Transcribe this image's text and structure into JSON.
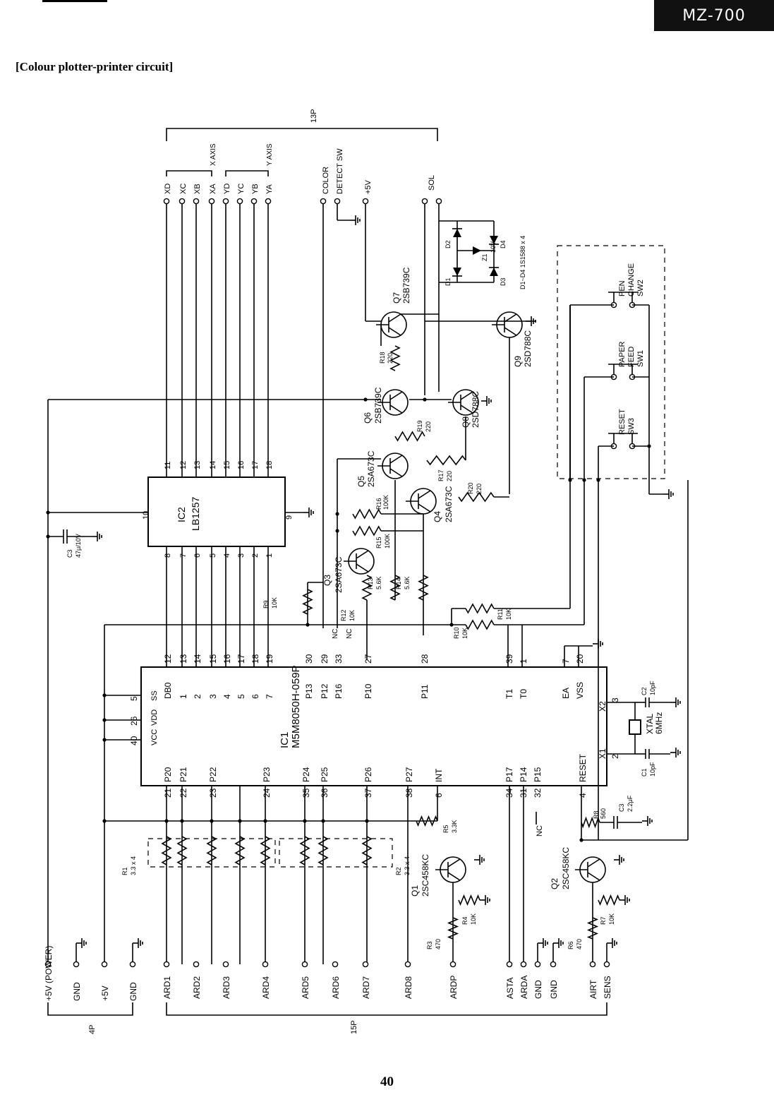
{
  "header": {
    "model": "MZ-700"
  },
  "title": "[Colour plotter-printer circuit]",
  "page_number": "40",
  "connector_13p": {
    "label": "13P",
    "pins": [
      "XD",
      "XC",
      "XB",
      "XA",
      "YD",
      "YC",
      "YB",
      "YA",
      "COLOR",
      "DETECT SW",
      "+5V",
      "SOL"
    ],
    "x_axis": "X AXIS",
    "y_axis": "Y AXIS"
  },
  "ic2": {
    "ref": "IC2",
    "part": "LB1257",
    "top_pins": [
      "11",
      "12",
      "13",
      "14",
      "15",
      "16",
      "17",
      "18"
    ],
    "bottom_pins": [
      "8",
      "7",
      "6",
      "5",
      "4",
      "3",
      "2",
      "1"
    ],
    "left_pin": "10",
    "right_pin": "9"
  },
  "ic1": {
    "ref": "IC1",
    "part": "M5M8050H-059P",
    "top_pins": [
      "12",
      "13",
      "14",
      "15",
      "16",
      "17",
      "18",
      "19",
      "30",
      "29",
      "33",
      "27",
      "28",
      "39",
      "1",
      "7",
      "20"
    ],
    "top_labels": [
      "DB0",
      "1",
      "2",
      "3",
      "4",
      "5",
      "6",
      "7",
      "P13",
      "P12",
      "P16",
      "P10",
      "P11",
      "T1",
      "T0",
      "EA",
      "VSS"
    ],
    "left_pins": [
      "5",
      "26",
      "40"
    ],
    "left_labels": [
      "SS",
      "VDD",
      "VCC"
    ],
    "bottom_pins": [
      "21",
      "22",
      "23",
      "24",
      "35",
      "36",
      "37",
      "38",
      "6",
      "34",
      "31",
      "32",
      "4"
    ],
    "bottom_labels": [
      "P20",
      "P21",
      "P22",
      "P23",
      "P24",
      "P25",
      "P26",
      "P27",
      "INT",
      "P17",
      "P14",
      "P15",
      "RESET"
    ],
    "right_pins": [
      "3",
      "2"
    ],
    "right_labels": [
      "X2",
      "X1"
    ],
    "nc": [
      "NC",
      "NC"
    ]
  },
  "transistors": [
    {
      "ref": "Q1",
      "part": "2SC458KC"
    },
    {
      "ref": "Q2",
      "part": "2SC458KC"
    },
    {
      "ref": "Q3",
      "part": "2SA673C"
    },
    {
      "ref": "Q4",
      "part": "2SA673C"
    },
    {
      "ref": "Q5",
      "part": "2SA673C"
    },
    {
      "ref": "Q6",
      "part": "2SB739C"
    },
    {
      "ref": "Q7",
      "part": "2SB739C"
    },
    {
      "ref": "Q8",
      "part": "2SD788C"
    },
    {
      "ref": "Q9",
      "part": "2SD788C"
    }
  ],
  "resistors": [
    {
      "ref": "R1",
      "value": "3.3 x 4"
    },
    {
      "ref": "R2",
      "value": "3.3 x 4"
    },
    {
      "ref": "R3",
      "value": "470"
    },
    {
      "ref": "R4",
      "value": "10K"
    },
    {
      "ref": "R5",
      "value": "3.3K"
    },
    {
      "ref": "R6",
      "value": "470"
    },
    {
      "ref": "R7",
      "value": "10K"
    },
    {
      "ref": "R8",
      "value": "560"
    },
    {
      "ref": "R9",
      "value": "10K"
    },
    {
      "ref": "R10",
      "value": "10K"
    },
    {
      "ref": "R11",
      "value": "10K"
    },
    {
      "ref": "R12",
      "value": "10K"
    },
    {
      "ref": "R13",
      "value": "5.6K"
    },
    {
      "ref": "R14",
      "value": "5.6K"
    },
    {
      "ref": "R15",
      "value": "100K"
    },
    {
      "ref": "R16",
      "value": "100K"
    },
    {
      "ref": "R17",
      "value": "220"
    },
    {
      "ref": "R18",
      "value": "220"
    },
    {
      "ref": "R19",
      "value": "220"
    },
    {
      "ref": "R20",
      "value": "220"
    }
  ],
  "capacitors": [
    {
      "ref": "C1",
      "value": "10pF"
    },
    {
      "ref": "C2",
      "value": "10pF"
    },
    {
      "ref": "C3",
      "value": "47μ/10V"
    },
    {
      "ref": "C3",
      "value": "2.2μF"
    }
  ],
  "xtal": {
    "label": "XTAL",
    "value": "6MHz"
  },
  "diodes": {
    "refs": [
      "D1",
      "D2",
      "D3",
      "D4"
    ],
    "part": "D1~D4 1S1588 x 4",
    "zener": {
      "ref": "Z1",
      "value": "10V"
    }
  },
  "switches": [
    {
      "ref": "SW2",
      "label": "PEN CHANGE"
    },
    {
      "ref": "SW1",
      "label": "PAPER FEED"
    },
    {
      "ref": "SW3",
      "label": "RESET"
    }
  ],
  "connector_4p": {
    "label": "4P",
    "pins": [
      "+5V (POWER)",
      "GND",
      "+5V",
      "GND"
    ]
  },
  "connector_15p": {
    "label": "15P",
    "pins": [
      "ARD1",
      "ARD2",
      "ARD3",
      "ARD4",
      "ARD5",
      "ARD6",
      "ARD7",
      "ARD8",
      "ARDP",
      "ASTA",
      "ARDA",
      "GND",
      "GND",
      "AIRT",
      "SENS"
    ]
  }
}
